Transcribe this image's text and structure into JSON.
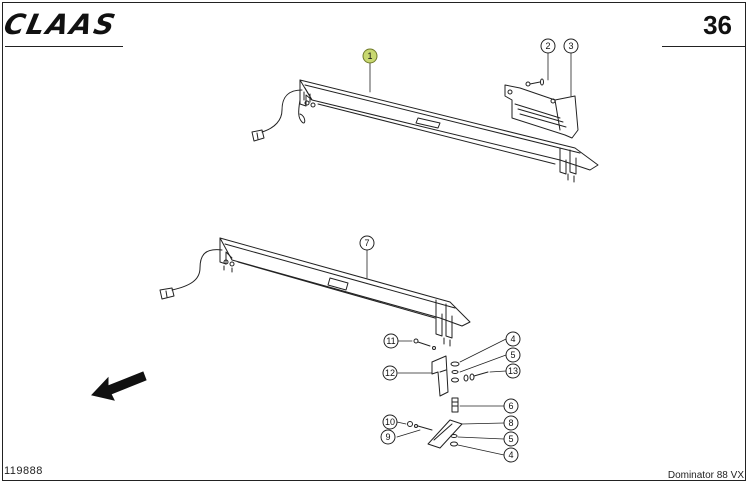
{
  "header": {
    "brand": "CLAAS",
    "page_number": "36"
  },
  "footer": {
    "document_id": "119888",
    "model": "Dominator 88 VX"
  },
  "callouts": [
    {
      "id": "c1",
      "label": "1",
      "highlighted": true
    },
    {
      "id": "c2",
      "label": "2"
    },
    {
      "id": "c3",
      "label": "3"
    },
    {
      "id": "c7",
      "label": "7"
    },
    {
      "id": "c11",
      "label": "11"
    },
    {
      "id": "c12",
      "label": "12"
    },
    {
      "id": "c4a",
      "label": "4"
    },
    {
      "id": "c5a",
      "label": "5"
    },
    {
      "id": "c13",
      "label": "13"
    },
    {
      "id": "c6",
      "label": "6"
    },
    {
      "id": "c10",
      "label": "10"
    },
    {
      "id": "c9",
      "label": "9"
    },
    {
      "id": "c8",
      "label": "8"
    },
    {
      "id": "c5b",
      "label": "5"
    },
    {
      "id": "c4b",
      "label": "4"
    }
  ],
  "colors": {
    "ink": "#222222",
    "highlight_fill": "#c8d870",
    "highlight_stroke": "#6f7a2a"
  },
  "icons": {
    "direction": "direction-arrow-icon"
  }
}
